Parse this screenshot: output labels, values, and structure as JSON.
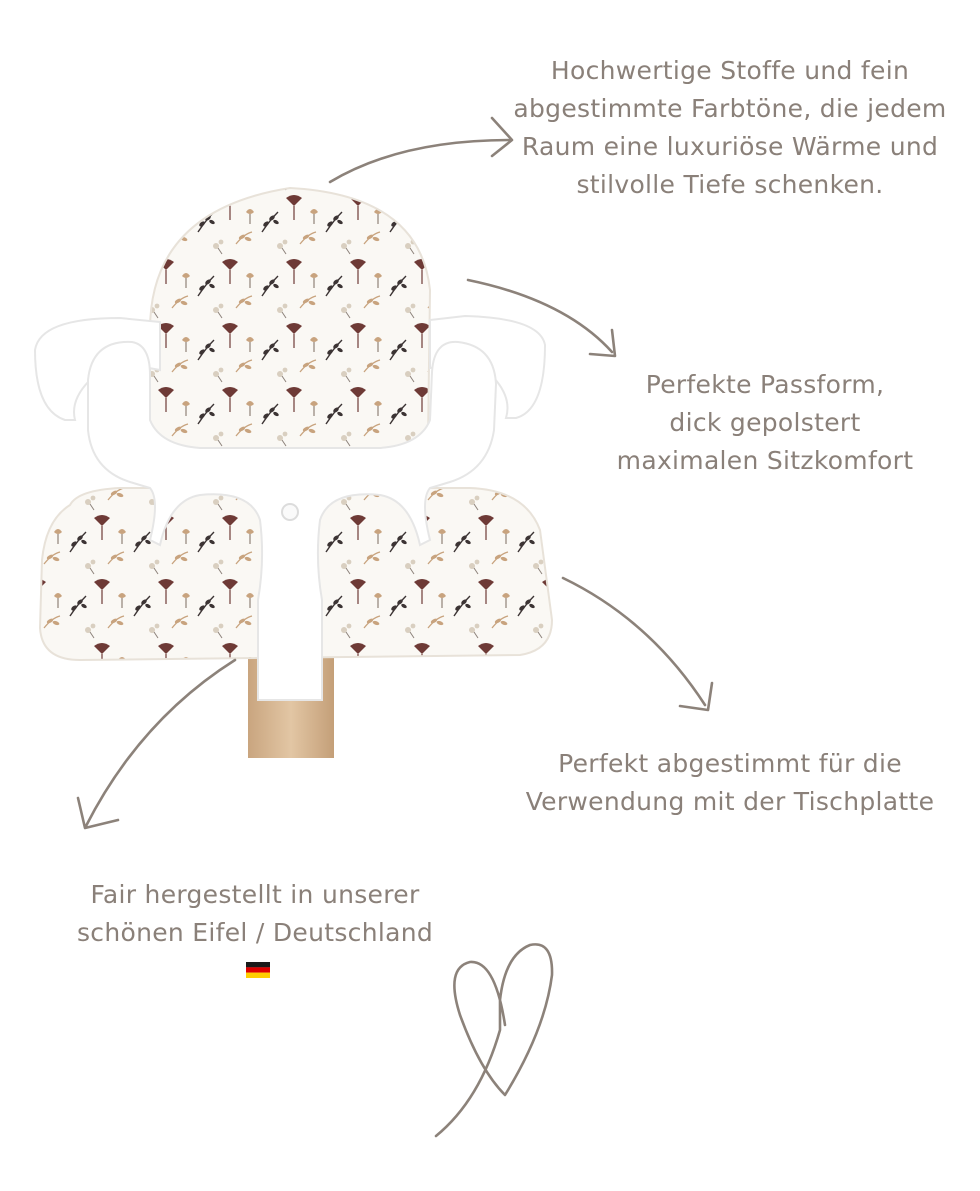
{
  "captions": [
    {
      "lines": [
        "Hochwertige Stoffe und fein",
        "abgestimmte Farbtöne, die jedem",
        "Raum eine luxuriöse Wärme und",
        "stilvolle Tiefe schenken."
      ]
    },
    {
      "lines": [
        "Perfekte Passform,",
        "dick gepolstert",
        "maximalen Sitzkomfort"
      ]
    },
    {
      "lines": [
        "Perfekt abgestimmt für die",
        "Verwendung mit der Tischplatte"
      ]
    },
    {
      "lines": [
        "Fair hergestellt in unserer",
        "schönen Eifel / Deutschland"
      ]
    }
  ],
  "flag_icon": "germany-flag-icon",
  "colors": {
    "text": "#8a8079",
    "arrow": "#8c827a",
    "wood": "#d8b894",
    "cushion_bg": "#faf8f4",
    "flower_dark": "#3c3434",
    "flower_maroon": "#6e3a36",
    "flower_tan": "#c8a37e",
    "flower_beige": "#d9cfc0"
  }
}
